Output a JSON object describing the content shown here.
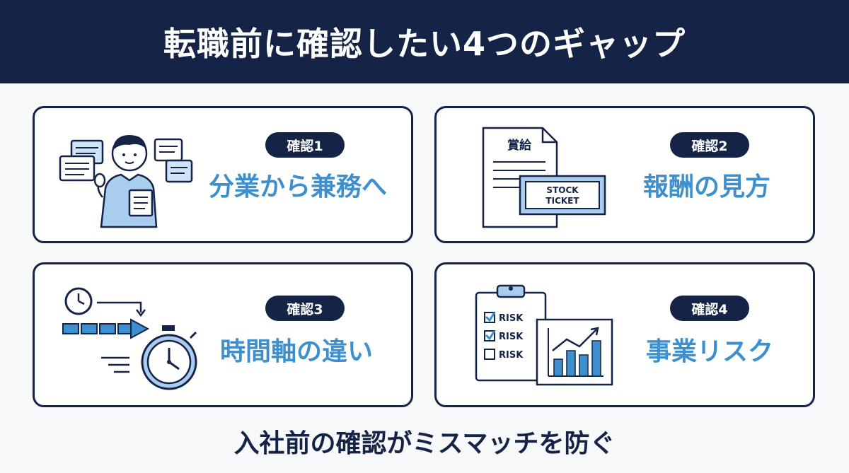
{
  "title": "転職前に確認したい4つのギャップ",
  "cards": [
    {
      "badge": "確認1",
      "label": "分業から兼務へ"
    },
    {
      "badge": "確認2",
      "label": "報酬の見方",
      "doc_title": "賞給",
      "ticket_line1": "STOCK",
      "ticket_line2": "TICKET"
    },
    {
      "badge": "確認3",
      "label": "時間軸の違い"
    },
    {
      "badge": "確認4",
      "label": "事業リスク",
      "checklist": [
        "RISK",
        "RISK",
        "RISK"
      ]
    }
  ],
  "footer": "入社前の確認がミスマッチを防ぐ",
  "colors": {
    "navy": "#142346",
    "accent": "#3d8fce",
    "light_blue": "#a9cdee"
  }
}
